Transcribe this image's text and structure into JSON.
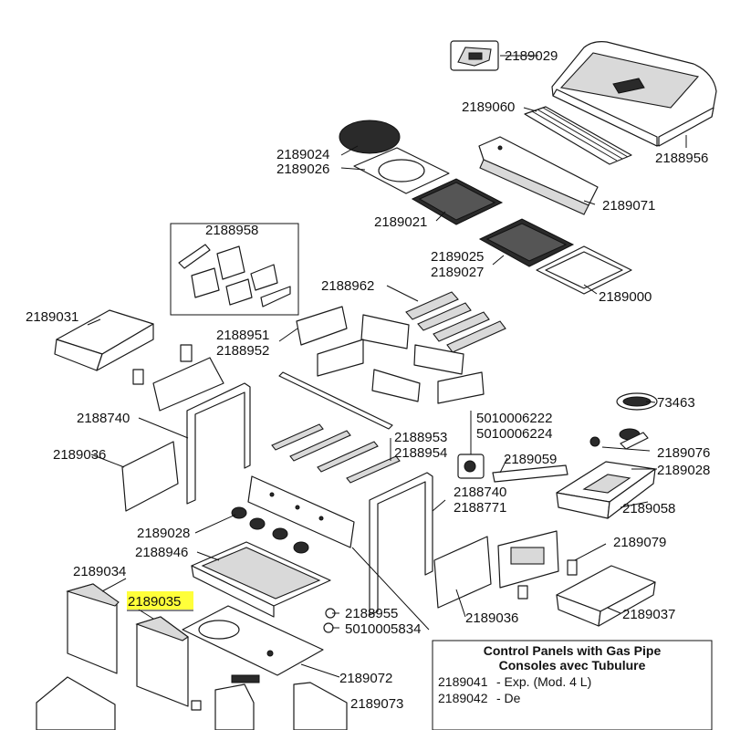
{
  "labels": {
    "p2189029": "2189029",
    "p2189060": "2189060",
    "p2188956": "2188956",
    "p2189024": "2189024",
    "p2189026": "2189026",
    "p2189071": "2189071",
    "p2189021": "2189021",
    "p2188958": "2188958",
    "p2189025": "2189025",
    "p2189027": "2189027",
    "p2189000": "2189000",
    "p2189031": "2189031",
    "p2188962": "2188962",
    "p2188951": "2188951",
    "p2188952": "2188952",
    "p73463": "73463",
    "p2188740a": "2188740",
    "p5010006222": "5010006222",
    "p5010006224": "5010006224",
    "p2188953": "2188953",
    "p2188954": "2188954",
    "p2189076": "2189076",
    "p2189036a": "2189036",
    "p2189059": "2189059",
    "p2189028a": "2189028",
    "p2188740b": "2188740",
    "p2188771": "2188771",
    "p2189058": "2189058",
    "p2189028b": "2189028",
    "p2189079": "2189079",
    "p2188946": "2188946",
    "p2189034": "2189034",
    "p2189035": "2189035",
    "p2188955": "2188955",
    "p5010005834": "5010005834",
    "p2189037": "2189037",
    "p2189036b": "2189036",
    "p2189072": "2189072",
    "p2189073": "2189073"
  },
  "highlight_color": "#ffff3a",
  "table": {
    "title_line1": "Control Panels with Gas Pipe",
    "title_line2": "Consoles avec Tubulure",
    "rows": [
      {
        "part": "2189041",
        "desc": "- Exp. (Mod. 4 L)"
      },
      {
        "part": "2189042",
        "desc": "- De"
      }
    ]
  }
}
